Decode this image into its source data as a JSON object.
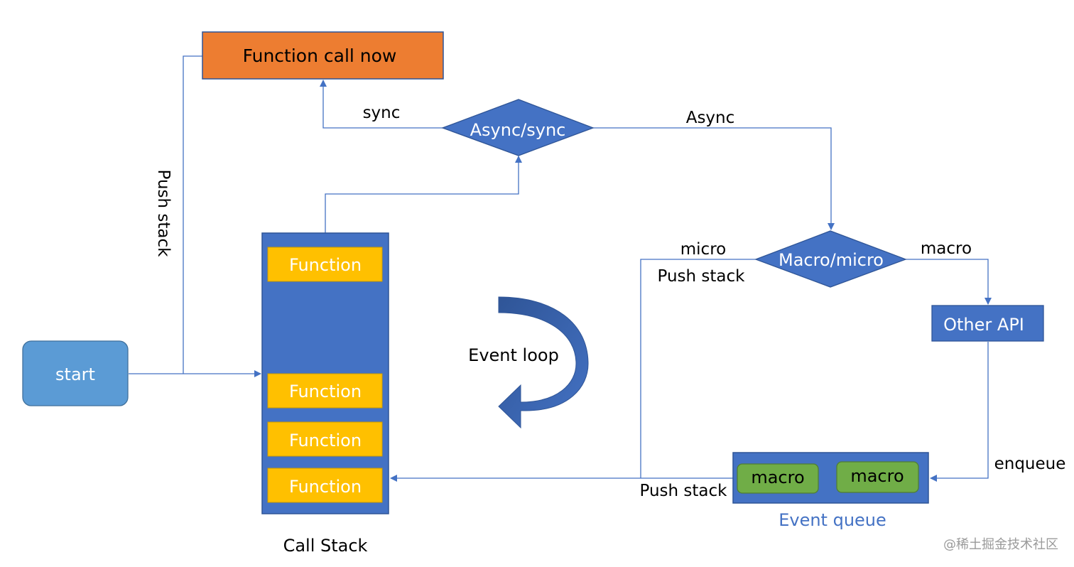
{
  "colors": {
    "edge": "#4472c4",
    "accent_orange": "#ed7d31",
    "function_fill": "#ffc000",
    "macro_fill": "#70ad47",
    "call_stack_fill": "#4472c4",
    "start_fill": "#5b9bd5",
    "event_queue_label": "#4472c4",
    "text": "#000000",
    "text_on_dark": "#ffffff"
  },
  "nodes": {
    "function_call_now": "Function call now",
    "async_sync": "Async/sync",
    "macro_micro": "Macro/micro",
    "other_api": "Other API",
    "start": "start"
  },
  "call_stack": {
    "label": "Call Stack",
    "functions": [
      "Function",
      "Function",
      "Function",
      "Function"
    ]
  },
  "event_queue": {
    "label": "Event queue",
    "items": [
      "macro",
      "macro"
    ]
  },
  "edge_labels": {
    "sync": "sync",
    "async": "Async",
    "push_stack_vertical": "Push stack",
    "micro": "micro",
    "micro_push_stack": "Push stack",
    "macro": "macro",
    "enqueue": "enqueue",
    "queue_push_stack": "Push stack"
  },
  "event_loop": {
    "label": "Event loop",
    "icon": "curved-arrow-icon"
  },
  "watermark": "@稀土掘金技术社区"
}
